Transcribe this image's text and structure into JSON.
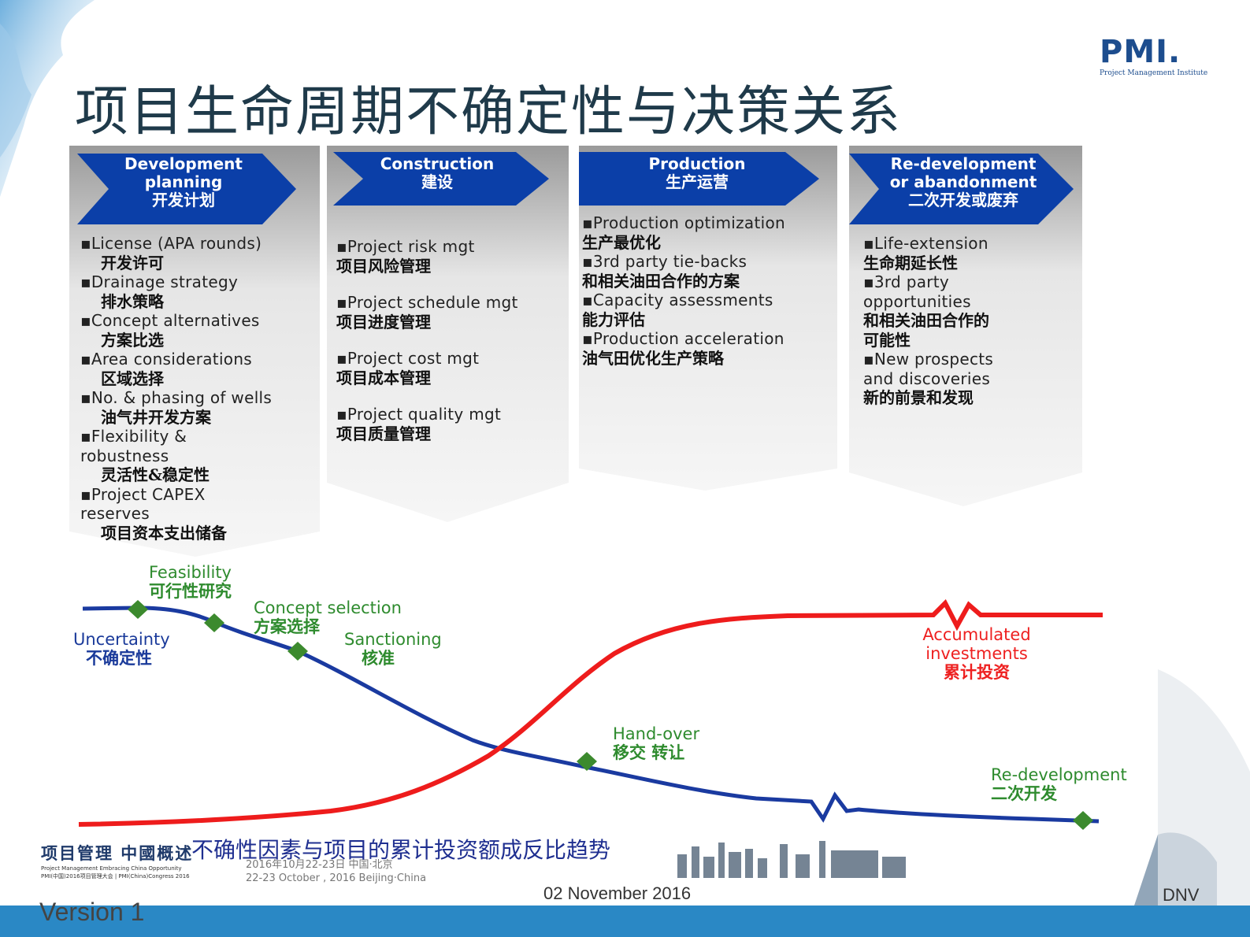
{
  "title": "项目生命周期不确定性与决策关系",
  "logo": {
    "mark": "PMI.",
    "subtitle": "Project Management Institute"
  },
  "phases": [
    {
      "header": [
        "Development",
        "planning",
        "开发计划"
      ],
      "items": [
        {
          "en": "▪License (APA rounds)",
          "zh": "开发许可"
        },
        {
          "en": "▪Drainage strategy",
          "zh": "排水策略"
        },
        {
          "en": "▪Concept alternatives",
          "zh": "方案比选"
        },
        {
          "en": "▪Area considerations",
          "zh": "区域选择"
        },
        {
          "en": "▪No. & phasing of wells",
          "zh": "油气井开发方案"
        },
        {
          "en": "▪Flexibility &",
          "en2": "robustness",
          "zh": "灵活性&稳定性"
        },
        {
          "en": "▪Project CAPEX",
          "en2": "reserves",
          "zh": "项目资本支出储备"
        }
      ]
    },
    {
      "header": [
        "Construction",
        "建设"
      ],
      "items": [
        {
          "en": "▪Project risk mgt",
          "zh": "项目风险管理"
        },
        {
          "en": "▪Project schedule mgt",
          "zh": "项目进度管理"
        },
        {
          "en": "▪Project cost mgt",
          "zh": "项目成本管理"
        },
        {
          "en": "▪Project quality mgt",
          "zh": "项目质量管理"
        }
      ]
    },
    {
      "header": [
        "Production",
        "生产运营"
      ],
      "items": [
        {
          "en": "▪Production optimization",
          "zh": "生产最优化"
        },
        {
          "en": "▪3rd party tie-backs",
          "zh": "和相关油田合作的方案"
        },
        {
          "en": "▪Capacity assessments",
          "zh": "能力评估"
        },
        {
          "en": "▪Production acceleration",
          "zh": "油气田优化生产策略"
        }
      ]
    },
    {
      "header": [
        "Re-development",
        "or abandonment",
        "二次开发或废弃"
      ],
      "items": [
        {
          "en": "▪Life-extension",
          "zh": "生命期延长性"
        },
        {
          "en": "▪3rd party",
          "en2": "opportunities",
          "zh": "和相关油田合作的",
          "zh2": "可能性"
        },
        {
          "en": "▪New prospects",
          "en2": "and discoveries",
          "zh": "新的前景和发现"
        }
      ]
    }
  ],
  "curve_labels": {
    "feasibility": {
      "en": "Feasibility",
      "zh": "可行性研究"
    },
    "concept": {
      "en": "Concept selection",
      "zh": "方案选择"
    },
    "sanctioning": {
      "en": "Sanctioning",
      "zh": "核准"
    },
    "uncertainty": {
      "en": "Uncertainty",
      "zh": "不确定性"
    },
    "handover": {
      "en": "Hand-over",
      "zh": "移交 转让"
    },
    "redevelopment": {
      "en": "Re-development",
      "zh": "二次开发"
    },
    "investments": {
      "en1": "Accumulated",
      "en2": "investments",
      "zh": "累计投资"
    }
  },
  "colors": {
    "uncertainty": "#1a3aa0",
    "investments": "#ee1c1c",
    "milestone": "#3c8a2e",
    "chevron": "#0b3fa8",
    "footer": "#2a88c5"
  },
  "caption": "不确性因素与项目的累计投资额成反比趋势",
  "org": {
    "name": "项目管理 中國概述",
    "line1": "Project Management Embracing China Opportunity",
    "line2": "PMI(中国)2016项目管理大会 | PMI(China)Congress 2016"
  },
  "event": {
    "line1": "2016年10月22-23日 中国·北京",
    "line2": "22-23 October , 2016 Beijing·China"
  },
  "date": "02 November 2016",
  "company": "DNV",
  "version": "Version 1"
}
